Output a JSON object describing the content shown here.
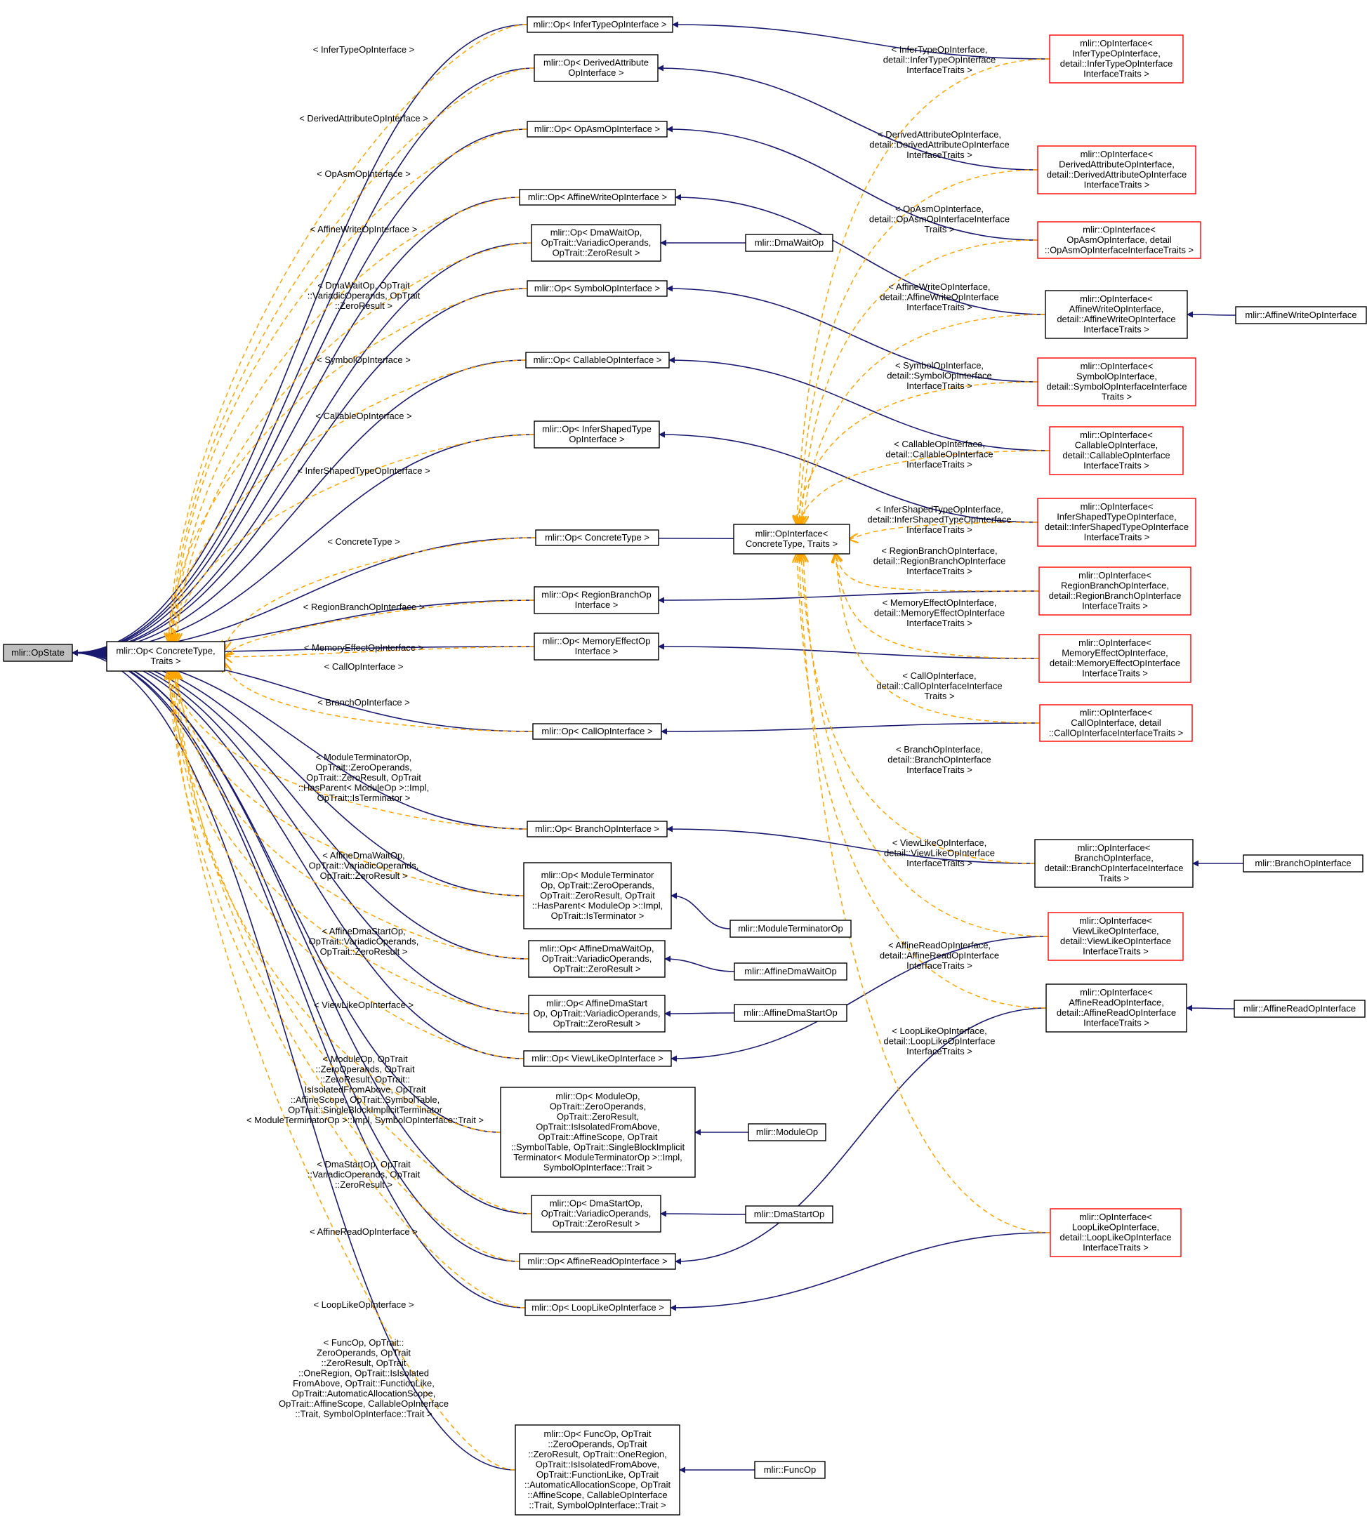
{
  "colors": {
    "inherit_edge": "#191970",
    "template_edge": "#ffa500",
    "truncated_border": "#ff0000",
    "normal_border": "#000000",
    "root_fill": "#bfbfbf"
  },
  "nodes": {
    "opstate": "mlir::OpState",
    "op_ct": "mlir::Op< ConcreteType,\nTraits >",
    "op_infertype": "mlir::Op< InferTypeOpInterface >",
    "op_derived": "mlir::Op< DerivedAttribute\nOpInterface >",
    "op_opasm": "mlir::Op< OpAsmOpInterface >",
    "op_affwrite": "mlir::Op< AffineWriteOpInterface >",
    "op_dmawait": "mlir::Op< DmaWaitOp,\nOpTrait::VariadicOperands,\nOpTrait::ZeroResult >",
    "op_symbol": "mlir::Op< SymbolOpInterface >",
    "op_callable": "mlir::Op< CallableOpInterface >",
    "op_infershaped": "mlir::Op< InferShapedType\nOpInterface >",
    "op_concrete": "mlir::Op< ConcreteType >",
    "op_regionbranch": "mlir::Op< RegionBranchOp\nInterface >",
    "op_memeffect": "mlir::Op< MemoryEffectOp\nInterface >",
    "op_call": "mlir::Op< CallOpInterface >",
    "op_branch": "mlir::Op< BranchOpInterface >",
    "op_modterm": "mlir::Op< ModuleTerminator\nOp, OpTrait::ZeroOperands,\nOpTrait::ZeroResult, OpTrait\n::HasParent< ModuleOp >::Impl,\nOpTrait::IsTerminator >",
    "op_affdmawait": "mlir::Op< AffineDmaWaitOp,\nOpTrait::VariadicOperands,\nOpTrait::ZeroResult >",
    "op_affdmastart": "mlir::Op< AffineDmaStart\nOp, OpTrait::VariadicOperands,\nOpTrait::ZeroResult >",
    "op_viewlike": "mlir::Op< ViewLikeOpInterface >",
    "op_module": "mlir::Op< ModuleOp,\nOpTrait::ZeroOperands,\nOpTrait::ZeroResult,\nOpTrait::IsIsolatedFromAbove,\nOpTrait::AffineScope, OpTrait\n::SymbolTable, OpTrait::SingleBlockImplicit\nTerminator< ModuleTerminatorOp >::Impl,\nSymbolOpInterface::Trait >",
    "op_dmastart": "mlir::Op< DmaStartOp,\nOpTrait::VariadicOperands,\nOpTrait::ZeroResult >",
    "op_affread": "mlir::Op< AffineReadOpInterface >",
    "op_looplike": "mlir::Op< LoopLikeOpInterface >",
    "op_func": "mlir::Op< FuncOp, OpTrait\n::ZeroOperands, OpTrait\n::ZeroResult, OpTrait::OneRegion,\nOpTrait::IsIsolatedFromAbove,\nOpTrait::FunctionLike, OpTrait\n::AutomaticAllocationScope, OpTrait\n::AffineScope, CallableOpInterface\n::Trait, SymbolOpInterface::Trait >",
    "dmawaitop": "mlir::DmaWaitOp",
    "modtermop": "mlir::ModuleTerminatorOp",
    "affdmawaitop": "mlir::AffineDmaWaitOp",
    "affdmastartop": "mlir::AffineDmaStartOp",
    "moduleop": "mlir::ModuleOp",
    "dmastartop": "mlir::DmaStartOp",
    "funcop": "mlir::FuncOp",
    "if_ct": "mlir::OpInterface<\nConcreteType, Traits >",
    "if_infertype": "mlir::OpInterface<\nInferTypeOpInterface,\ndetail::InferTypeOpInterface\nInterfaceTraits >",
    "if_derived": "mlir::OpInterface<\nDerivedAttributeOpInterface,\ndetail::DerivedAttributeOpInterface\nInterfaceTraits >",
    "if_opasm": "mlir::OpInterface<\nOpAsmOpInterface, detail\n::OpAsmOpInterfaceInterfaceTraits >",
    "if_affwrite": "mlir::OpInterface<\nAffineWriteOpInterface,\ndetail::AffineWriteOpInterface\nInterfaceTraits >",
    "if_symbol": "mlir::OpInterface<\nSymbolOpInterface,\ndetail::SymbolOpInterfaceInterface\nTraits >",
    "if_callable": "mlir::OpInterface<\nCallableOpInterface,\ndetail::CallableOpInterface\nInterfaceTraits >",
    "if_infershaped": "mlir::OpInterface<\nInferShapedTypeOpInterface,\ndetail::InferShapedTypeOpInterface\nInterfaceTraits >",
    "if_regionbranch": "mlir::OpInterface<\nRegionBranchOpInterface,\ndetail::RegionBranchOpInterface\nInterfaceTraits >",
    "if_memeffect": "mlir::OpInterface<\nMemoryEffectOpInterface,\ndetail::MemoryEffectOpInterface\nInterfaceTraits >",
    "if_call": "mlir::OpInterface<\nCallOpInterface, detail\n::CallOpInterfaceInterfaceTraits >",
    "if_branch": "mlir::OpInterface<\nBranchOpInterface,\ndetail::BranchOpInterfaceInterface\nTraits >",
    "if_viewlike": "mlir::OpInterface<\nViewLikeOpInterface,\ndetail::ViewLikeOpInterface\nInterfaceTraits >",
    "if_affread": "mlir::OpInterface<\nAffineReadOpInterface,\ndetail::AffineReadOpInterface\nInterfaceTraits >",
    "if_looplike": "mlir::OpInterface<\nLoopLikeOpInterface,\ndetail::LoopLikeOpInterface\nInterfaceTraits >",
    "affwriteop": "mlir::AffineWriteOpInterface",
    "branchop": "mlir::BranchOpInterface",
    "affreadop": "mlir::AffineReadOpInterface"
  },
  "edge_labels": {
    "infertype": "< InferTypeOpInterface >",
    "derived": "< DerivedAttributeOpInterface >",
    "opasm": "< OpAsmOpInterface >",
    "affwrite": "< AffineWriteOpInterface >",
    "dmawait": "< DmaWaitOp, OpTrait\n::VariadicOperands, OpTrait\n::ZeroResult >",
    "symbol": "< SymbolOpInterface >",
    "callable": "< CallableOpInterface >",
    "infershaped": "< InferShapedTypeOpInterface >",
    "concrete": "< ConcreteType >",
    "regionbranch": "< RegionBranchOpInterface >",
    "memeffect": "< MemoryEffectOpInterface >",
    "call": "< CallOpInterface >",
    "branch": "< BranchOpInterface >",
    "modterm": "< ModuleTerminatorOp,\nOpTrait::ZeroOperands,\nOpTrait::ZeroResult, OpTrait\n::HasParent< ModuleOp >::Impl,\nOpTrait::IsTerminator >",
    "affdmawait": "< AffineDmaWaitOp,\nOpTrait::VariadicOperands,\nOpTrait::ZeroResult >",
    "affdmastart": "< AffineDmaStartOp,\nOpTrait::VariadicOperands,\nOpTrait::ZeroResult >",
    "viewlike": "< ViewLikeOpInterface >",
    "module": "< ModuleOp, OpTrait\n::ZeroOperands, OpTrait\n::ZeroResult, OpTrait::\nIsIsolatedFromAbove, OpTrait\n::AffineScope, OpTrait::SymbolTable,\nOpTrait::SingleBlockImplicitTerminator\n< ModuleTerminatorOp >::Impl, SymbolOpInterface::Trait >",
    "dmastart": "< DmaStartOp, OpTrait\n::VariadicOperands, OpTrait\n::ZeroResult >",
    "affread": "< AffineReadOpInterface >",
    "looplike": "< LoopLikeOpInterface >",
    "func": "< FuncOp, OpTrait::\nZeroOperands, OpTrait\n::ZeroResult, OpTrait\n::OneRegion, OpTrait::IsIsolated\nFromAbove, OpTrait::FunctionLike,\nOpTrait::AutomaticAllocationScope,\nOpTrait::AffineScope, CallableOpInterface\n::Trait, SymbolOpInterface::Trait >",
    "if_infertype": "< InferTypeOpInterface,\ndetail::InferTypeOpInterface\nInterfaceTraits >",
    "if_derived": "< DerivedAttributeOpInterface,\ndetail::DerivedAttributeOpInterface\nInterfaceTraits >",
    "if_opasm": "< OpAsmOpInterface,\ndetail::OpAsmOpInterfaceInterface\nTraits >",
    "if_affwrite": "< AffineWriteOpInterface,\ndetail::AffineWriteOpInterface\nInterfaceTraits >",
    "if_symbol": "< SymbolOpInterface,\ndetail::SymbolOpInterface\nInterfaceTraits >",
    "if_callable": "< CallableOpInterface,\ndetail::CallableOpInterface\nInterfaceTraits >",
    "if_infershaped": "< InferShapedTypeOpInterface,\ndetail::InferShapedTypeOpInterface\nInterfaceTraits >",
    "if_regionbranch": "< RegionBranchOpInterface,\ndetail::RegionBranchOpInterface\nInterfaceTraits >",
    "if_memeffect": "< MemoryEffectOpInterface,\ndetail::MemoryEffectOpInterface\nInterfaceTraits >",
    "if_call": "< CallOpInterface,\ndetail::CallOpInterfaceInterface\nTraits >",
    "if_branch": "< BranchOpInterface,\ndetail::BranchOpInterface\nInterfaceTraits >",
    "if_viewlike": "< ViewLikeOpInterface,\ndetail::ViewLikeOpInterface\nInterfaceTraits >",
    "if_affread": "< AffineReadOpInterface,\ndetail::AffineReadOpInterface\nInterfaceTraits >",
    "if_looplike": "< LoopLikeOpInterface,\ndetail::LoopLikeOpInterface\nInterfaceTraits >"
  }
}
